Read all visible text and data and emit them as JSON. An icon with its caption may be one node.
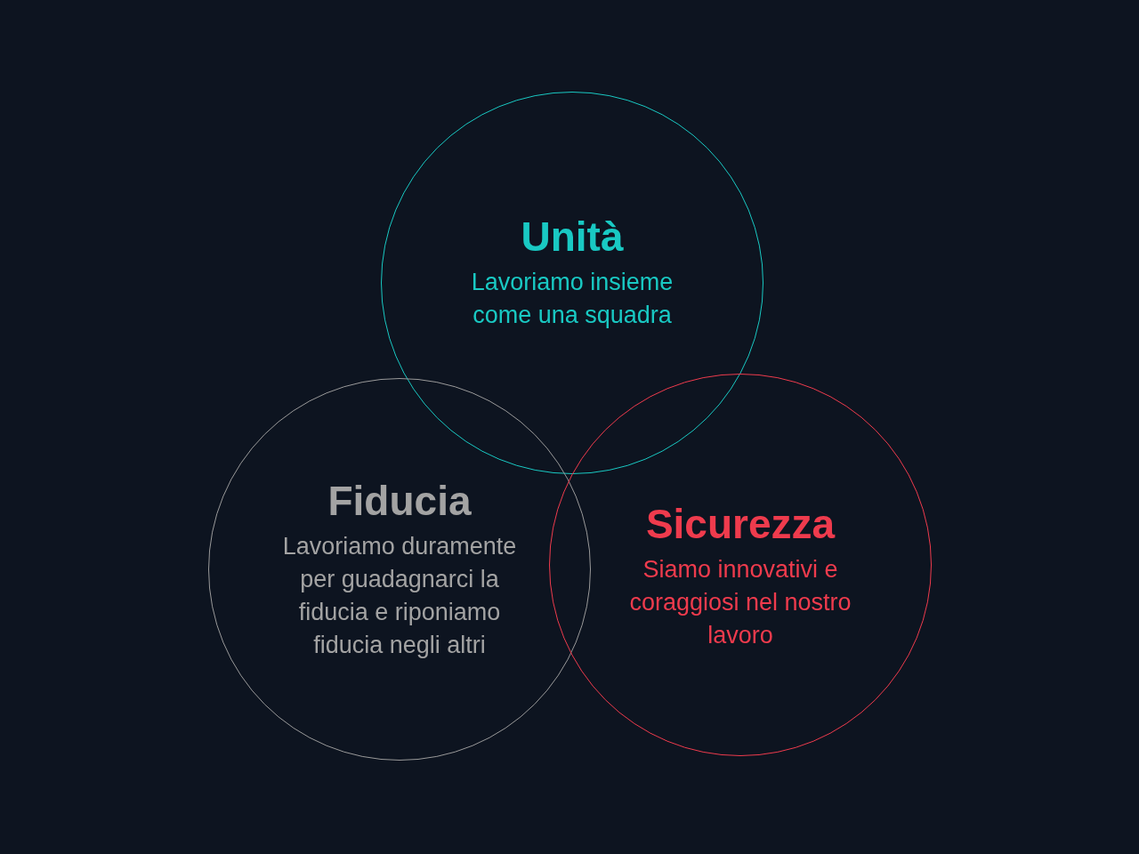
{
  "diagram": {
    "nodes": [
      {
        "text": [
          "Unità",
          "Lavoriamo insieme come una squadra"
        ]
      },
      {
        "text": [
          "Fiducia",
          "Lavoriamo duramente per guadagnarci la fiducia e riponiamo fiducia negli altri"
        ]
      },
      {
        "text": [
          "Sicurezza",
          "Siamo innovativi e coraggiosi nel nostro lavoro"
        ]
      }
    ]
  }
}
